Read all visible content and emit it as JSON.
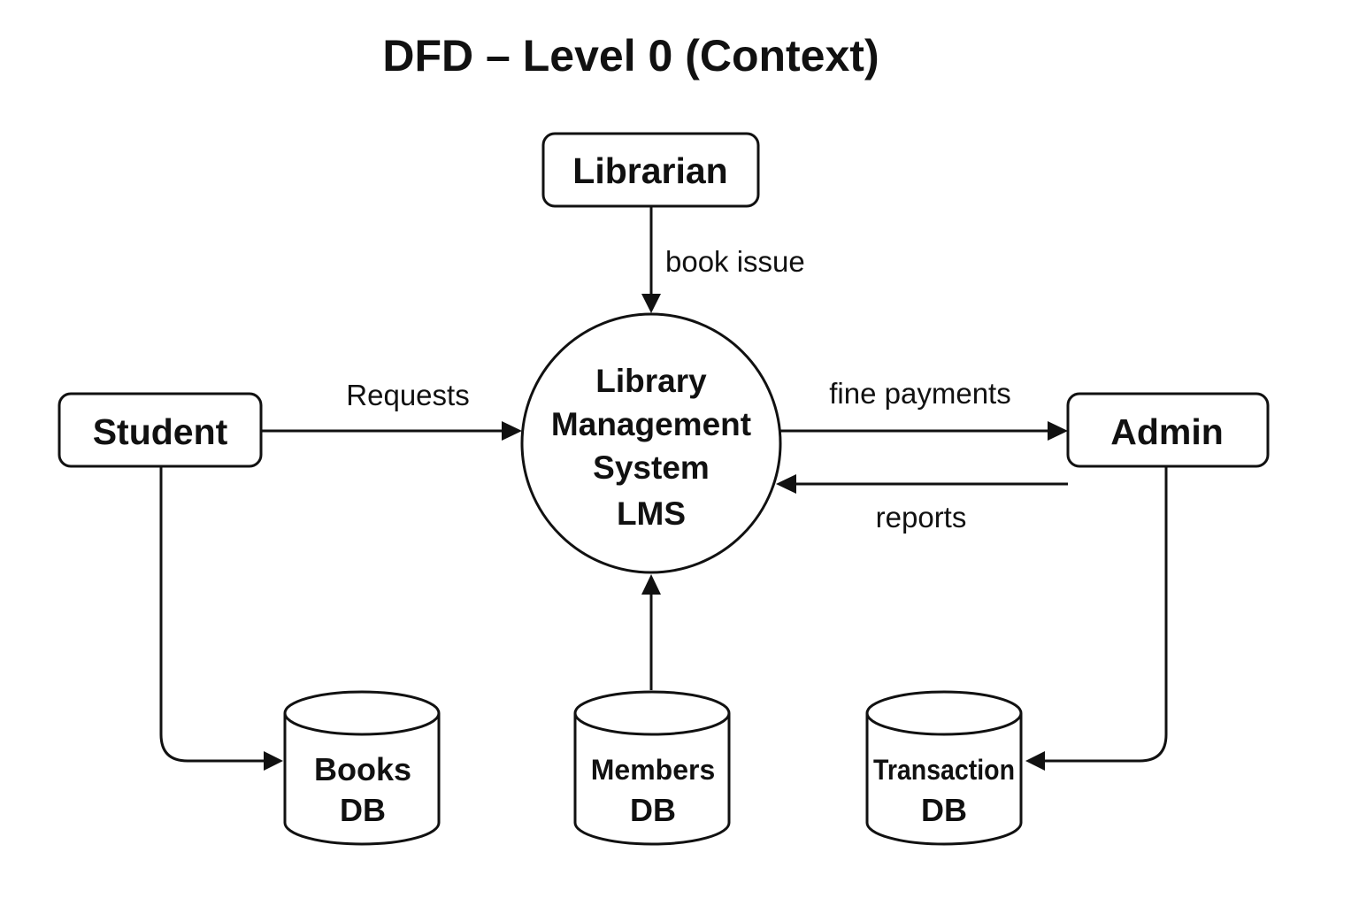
{
  "title": "DFD – Level 0 (Context)",
  "entities": {
    "librarian": "Librarian",
    "student": "Student",
    "admin": "Admin"
  },
  "process": {
    "lines": [
      "Library",
      "Management",
      "System",
      "LMS"
    ]
  },
  "stores": {
    "books": [
      "Books",
      "DB"
    ],
    "members": [
      "Members",
      "DB"
    ],
    "transaction": [
      "Transaction",
      "DB"
    ]
  },
  "flows": {
    "book_issue": "book issue",
    "requests": "Requests",
    "fine_payments": "fine payments",
    "reports": "reports"
  }
}
